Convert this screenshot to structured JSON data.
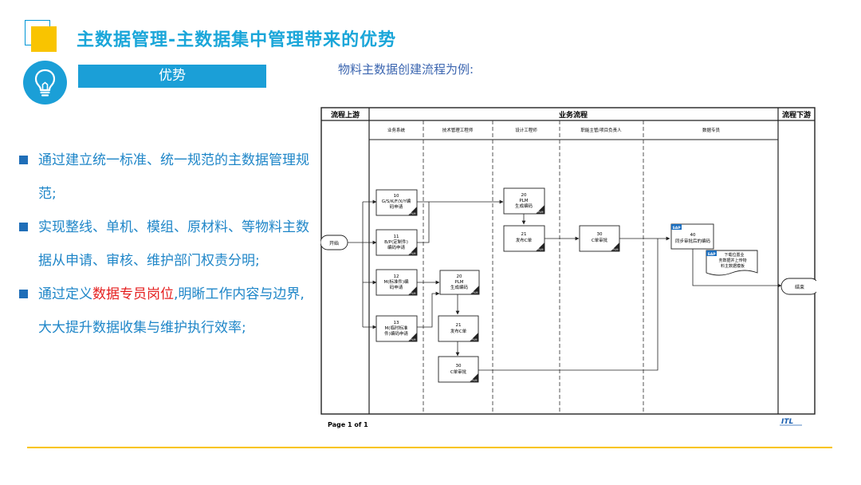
{
  "title": "主数据管理-主数据集中管理带来的优势",
  "advantage_label": "优势",
  "caption": "物料主数据创建流程为例:",
  "bullets": [
    {
      "text_before": "通过建立统一标准、统一规范的主数据管理规范;",
      "highlight": "",
      "text_after": ""
    },
    {
      "text_before": "实现整线、单机、模组、原材料、等物料主数据从申请、审核、维护部门权责分明;",
      "highlight": "",
      "text_after": ""
    },
    {
      "text_before": "通过定义",
      "highlight": "数据专员岗位",
      "text_after": ",明晰工作内容与边界,大大提升数据收集与维护执行效率;"
    }
  ],
  "colors": {
    "accent": "#1b9fd7",
    "title": "#1aa6d9",
    "bullet_text": "#1f86c8",
    "highlight": "#e52020",
    "gold": "#f9c400"
  },
  "flowchart": {
    "header": {
      "upstream": "流程上游",
      "business": "业务流程",
      "downstream": "流程下游"
    },
    "lanes": [
      "业务系统",
      "技术管理工程师",
      "设计工程师",
      "职能主管/项目负责人",
      "数据专员"
    ],
    "start": "开始",
    "end": "结束",
    "nodes": [
      {
        "id": "10",
        "lines": [
          "10",
          "G/S/K/F/X/Y编",
          "码申请"
        ]
      },
      {
        "id": "11",
        "lines": [
          "11",
          "B/P(定制件)",
          "编码申请"
        ]
      },
      {
        "id": "12",
        "lines": [
          "12",
          "M(标准件)编",
          "码申请"
        ]
      },
      {
        "id": "13",
        "lines": [
          "13",
          "M(临时标准",
          "件)编码申请"
        ]
      },
      {
        "id": "20a",
        "lines": [
          "20",
          "PLM",
          "生成编码"
        ]
      },
      {
        "id": "21a",
        "lines": [
          "21",
          "发布C单"
        ]
      },
      {
        "id": "30a",
        "lines": [
          "30",
          "C单审批"
        ]
      },
      {
        "id": "20b",
        "lines": [
          "20",
          "PLM",
          "生成编码"
        ]
      },
      {
        "id": "21b",
        "lines": [
          "21",
          "发布C单"
        ]
      },
      {
        "id": "30b",
        "lines": [
          "30",
          "C单审批"
        ]
      },
      {
        "id": "40",
        "lines": [
          "40",
          "同步审批后的编码"
        ]
      }
    ],
    "tag": "PLM",
    "sap_tag": "SAP",
    "note_lines": [
      "下载位置业",
      "务数据并上传物",
      "料主数据模板"
    ],
    "footer": "Page 1 of 1",
    "logo": "ITL"
  }
}
